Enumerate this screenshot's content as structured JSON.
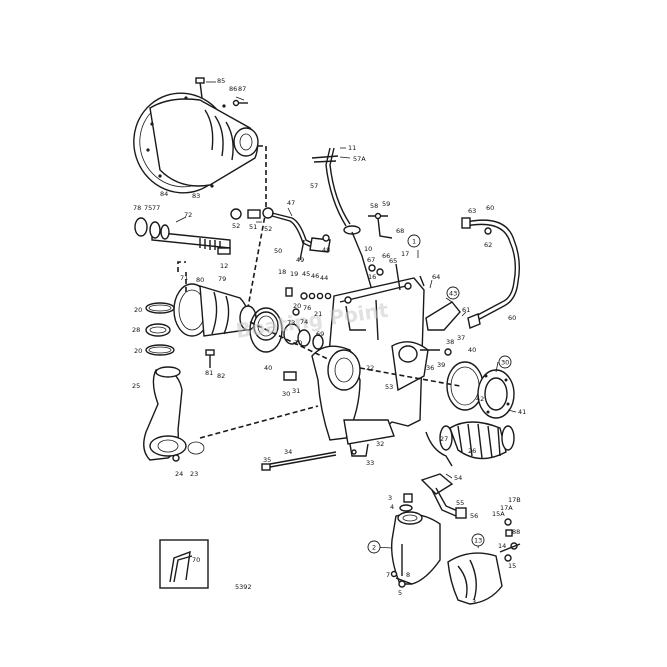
{
  "drawing_number": "5392",
  "watermark": "Boating Point",
  "callouts": {
    "c85": "85",
    "c86": "86",
    "c87": "87",
    "c84": "84",
    "c83": "83",
    "c11": "11",
    "c57a": "57A",
    "c57": "57",
    "c78": "78",
    "c75": "75",
    "c77": "77",
    "c72": "72",
    "c12": "12",
    "c52a": "52",
    "c51": "51",
    "c52b": "52",
    "c47": "47",
    "c50": "50",
    "c49": "49",
    "c48": "48",
    "c58": "58",
    "c59": "59",
    "c68": "68",
    "c10": "10",
    "c63": "63",
    "c60a": "60",
    "c62": "62",
    "c1": "1",
    "c67": "67",
    "c66": "66",
    "c65": "65",
    "c16": "16",
    "c17": "17",
    "c64": "64",
    "c18": "18",
    "c19": "19",
    "c45": "45",
    "c46": "46",
    "c44": "44",
    "c76": "76",
    "c43": "43",
    "c61": "61",
    "c60b": "60",
    "c20a": "20",
    "c80": "80",
    "c79": "79",
    "c71": "71",
    "c28": "28",
    "c20b": "20",
    "c20c": "20",
    "c73": "73",
    "c74": "74",
    "c21": "21",
    "c69": "69",
    "c70b": "70",
    "c22": "22",
    "c25": "25",
    "c81": "81",
    "c82": "82",
    "c40a": "40",
    "c38": "38",
    "c37": "37",
    "c40b": "40",
    "c36": "36",
    "c39": "39",
    "c30b": "30",
    "c30": "30",
    "c31": "31",
    "c53": "53",
    "c42": "42",
    "c41": "41",
    "c27": "27",
    "c26": "26",
    "c24": "24",
    "c23": "23",
    "c34": "34",
    "c32": "32",
    "c33": "33",
    "c35": "35",
    "c54": "54",
    "c3a": "3",
    "c4": "4",
    "c55": "55",
    "c56": "56",
    "c17b": "17B",
    "c17a": "17A",
    "c15a": "15A",
    "c88": "88",
    "c14": "14",
    "c15": "15",
    "c13": "13",
    "c2": "2",
    "c7": "7",
    "c8": "8",
    "c5": "5",
    "c3b": "3",
    "c70": "70"
  }
}
